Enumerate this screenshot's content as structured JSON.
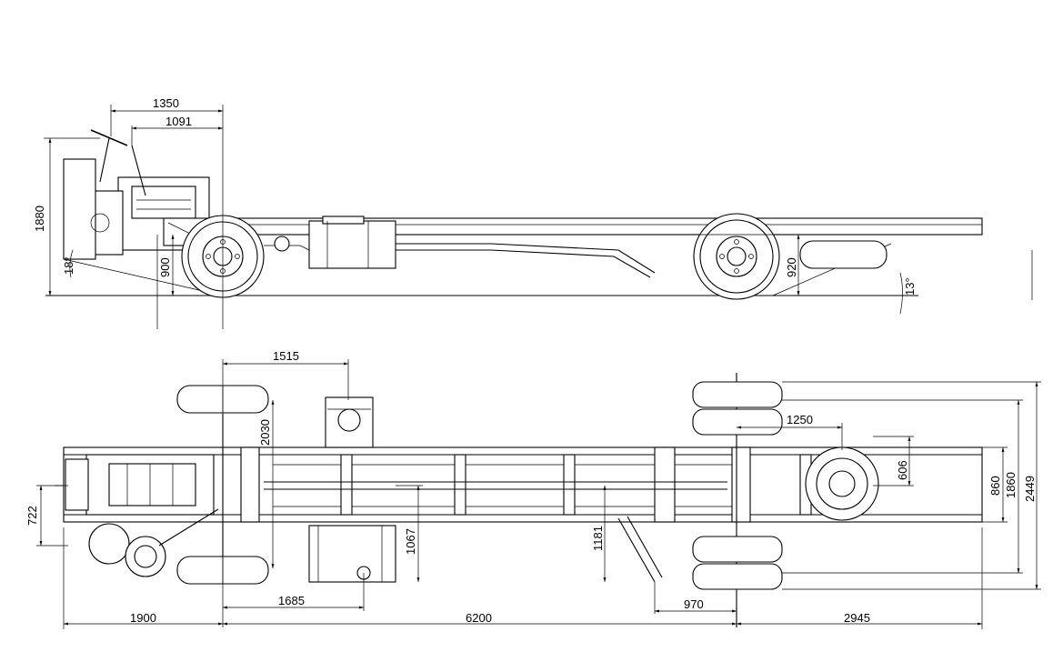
{
  "side_view": {
    "dims": {
      "overhang_1350": "1350",
      "steering_1091": "1091",
      "height_1880": "1880",
      "frame_height_front": "900",
      "frame_height_rear": "920",
      "approach_angle": "18°",
      "departure_angle": "13°"
    }
  },
  "top_view": {
    "dims": {
      "tank_1515": "1515",
      "wheel_track_2030": "2030",
      "rear_1250": "1250",
      "frame_606": "606",
      "frame_860": "860",
      "width_1860": "1860",
      "width_2449": "2449",
      "front_722": "722",
      "tank_1067": "1067",
      "shaft_1181": "1181",
      "front_overhang": "1900",
      "tank_1685": "1685",
      "wheelbase": "6200",
      "offset_970": "970",
      "rear_overhang": "2945"
    }
  }
}
